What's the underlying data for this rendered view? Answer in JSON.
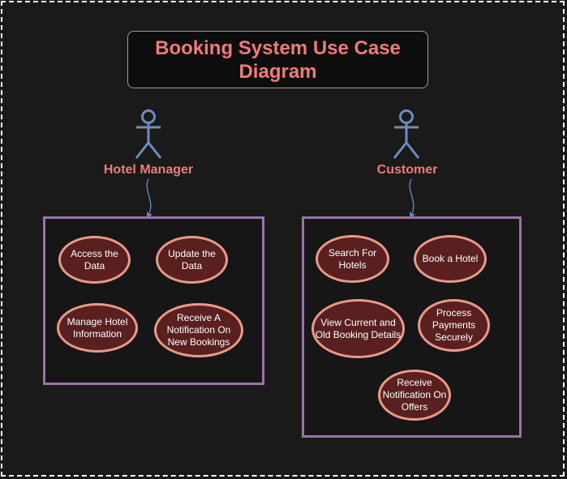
{
  "title": "Booking System Use Case Diagram",
  "colors": {
    "title_text": "#f07a7a",
    "actor_stroke": "#6c8ebf",
    "system_border": "#9b72a8",
    "usecase_fill": "#5a1f1f",
    "usecase_border": "#e99a8a",
    "background": "#1a1a1a"
  },
  "actors": [
    {
      "label": "Hotel Manager",
      "icon": "stick-figure-icon"
    },
    {
      "label": "Customer",
      "icon": "stick-figure-icon"
    }
  ],
  "manager_use_cases": [
    {
      "label": "Access the Data"
    },
    {
      "label": "Update the Data"
    },
    {
      "label": "Manage Hotel Information"
    },
    {
      "label": "Receive A Notification On New Bookings"
    }
  ],
  "customer_use_cases": [
    {
      "label": "Search For Hotels"
    },
    {
      "label": "Book a Hotel"
    },
    {
      "label": "View Current and Old Booking Details"
    },
    {
      "label": "Process Payments Securely"
    },
    {
      "label": "Receive Notification On Offers"
    }
  ]
}
